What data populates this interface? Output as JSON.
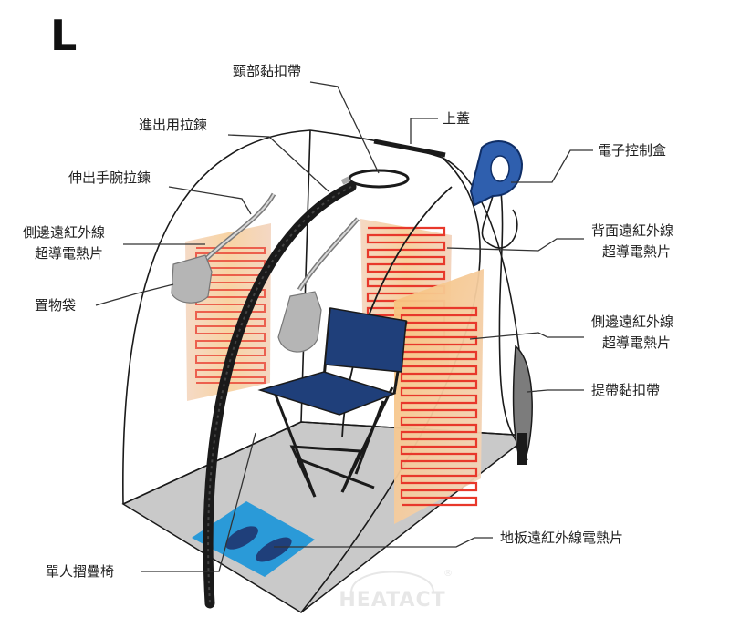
{
  "size_label": "L",
  "labels": {
    "neck_strap": "頸部黏扣帶",
    "top_cover": "上蓋",
    "entry_zipper": "進出用拉鍊",
    "control_box": "電子控制盒",
    "wrist_zipper": "伸出手腕拉鍊",
    "side_heater_left_1": "側邊遠紅外線",
    "side_heater_left_2": "超導電熱片",
    "back_heater_1": "背面遠紅外線",
    "back_heater_2": "超導電熱片",
    "storage_bag": "置物袋",
    "side_heater_right_1": "側邊遠紅外線",
    "side_heater_right_2": "超導電熱片",
    "carry_strap": "提帶黏扣帶",
    "floor_heater": "地板遠紅外線電熱片",
    "folding_chair": "單人摺疊椅"
  },
  "brand": {
    "name": "HEATACT",
    "registered_mark": "®"
  },
  "colors": {
    "chair_blue": "#1f3f7a",
    "control_box_blue": "#2f5fae",
    "floor_mat_blue": "#2a9ad8",
    "floor_gray": "#c9c9c9",
    "heater_red": "#e8382b",
    "heater_orange": "#f7a43a",
    "bag_gray": "#b5b5b5",
    "frame_black": "#1a1a1a"
  }
}
